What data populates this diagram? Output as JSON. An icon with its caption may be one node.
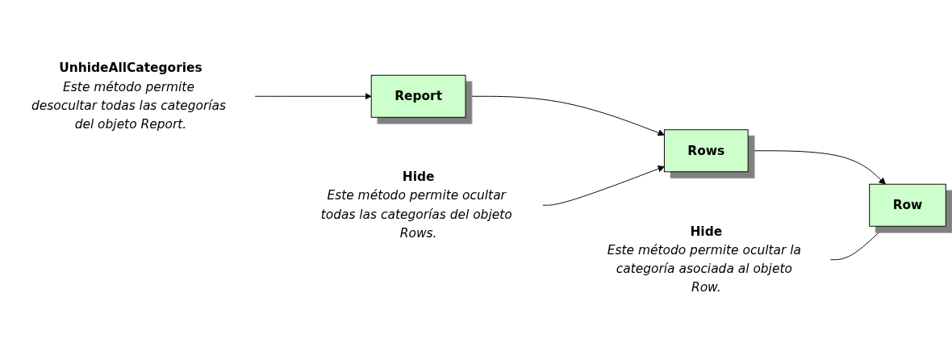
{
  "diagram": {
    "nodes": [
      {
        "text": [
          "Report"
        ]
      },
      {
        "text": [
          "Rows"
        ]
      },
      {
        "text": [
          "Row"
        ]
      },
      {
        "text": [
          "UnhideAllCategories",
          "Este método permite desocultar todas las categorías del objeto Report."
        ]
      },
      {
        "text": [
          "Hide",
          "Este método permite ocultar todas las categorías del objeto Rows."
        ]
      },
      {
        "text": [
          "Hide",
          "Este método permite ocultar la categoría asociada al objeto Row."
        ]
      }
    ],
    "edges": [
      {
        "from": 0,
        "to": 1,
        "arrow": "to"
      },
      {
        "from": 1,
        "to": 2,
        "arrow": "to"
      },
      {
        "from": 3,
        "to": 0,
        "arrow": "to"
      },
      {
        "from": 4,
        "to": 1,
        "arrow": "to"
      },
      {
        "from": 5,
        "to": 2,
        "arrow": "to"
      }
    ]
  }
}
